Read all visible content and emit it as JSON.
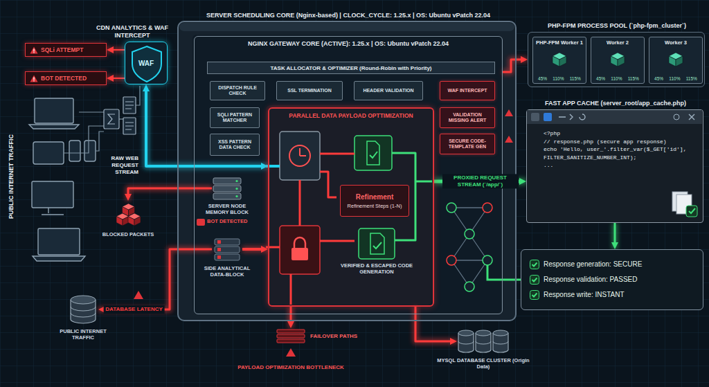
{
  "diagram": {
    "nodes": [
      {
        "text": [
          "CDN ANALYTICS & WAF INTERCEPT",
          "WAF"
        ]
      },
      {
        "text": [
          "SQLi ATTEMPT"
        ]
      },
      {
        "text": [
          "BOT DETECTED"
        ]
      },
      {
        "text": [
          "SERVER SCHEDULING CORE (Nginx-based) | CLOCK_CYCLE: 1.25.x | OS: Ubuntu vPatch 22.04"
        ]
      },
      {
        "text": [
          "NGINX GATEWAY CORE (ACTIVE): 1.25.x | OS: Ubuntu vPatch 22.04"
        ],
        "in": 3
      },
      {
        "text": [
          "TASK ALLOCATOR & OPTIMIZER (Round-Robin with Priority)"
        ],
        "in": 4
      },
      {
        "text": [
          "DISPATCH RULE CHECK"
        ],
        "in": 4
      },
      {
        "text": [
          "SSL TERMINATION"
        ],
        "in": 4
      },
      {
        "text": [
          "HEADER VALIDATION"
        ],
        "in": 4
      },
      {
        "text": [
          "WAF INTERCEPT"
        ],
        "in": 4
      },
      {
        "text": [
          "SQLi PATTERN MATCHER"
        ],
        "in": 4
      },
      {
        "text": [
          "XSS PATTERN DATA CHECK"
        ],
        "in": 4
      },
      {
        "text": [
          "VALIDATION MISSING ALERT"
        ],
        "in": 4
      },
      {
        "text": [
          "SECURE CODE-TEMPLATE GEN"
        ],
        "in": 4
      },
      {
        "text": [
          "PARALLEL DATA PAYLOAD OPTTIMIZATION"
        ],
        "in": 4
      },
      {
        "text": [
          "Refinement",
          "Refinement Steps (1-N)"
        ],
        "in": 14
      },
      {
        "text": [
          "VERIFIED & ESCAPED CODE GENERATION"
        ],
        "in": 14
      },
      {
        "text": [
          "SERVER NODE MEMORY BLOCK"
        ],
        "in": 4
      },
      {
        "text": [
          "SIDE ANALYTICAL DATA-BLOCK"
        ],
        "in": 4
      },
      {
        "text": [
          "PHP-FPM PROCESS POOL (`php-fpm_cluster`)"
        ]
      },
      {
        "text": [
          "PHP-FPM Worker 1",
          "45%",
          "110%",
          "115%"
        ],
        "in": 19
      },
      {
        "text": [
          "Worker 2",
          "45%",
          "110%",
          "115%"
        ],
        "in": 19
      },
      {
        "text": [
          "Worker 3",
          "45%",
          "110%",
          "115%"
        ],
        "in": 19
      },
      {
        "text": [
          "FAST APP CACHE (server_root/app_cache.php)",
          "<?php",
          "// response.php (secure app response)",
          "echo 'Hello, user_'.filter_var($_GET['id'],",
          "FILTER_SANITIZE_NUMBER_INT);",
          "..."
        ]
      },
      {
        "text": [
          "Response generation: SECURE",
          "Response validation: PASSED",
          "Response write: INSTANT"
        ]
      },
      {
        "text": [
          "BLOCKED PACKETS"
        ]
      },
      {
        "text": [
          "PUBLIC INTERNET TRAFFIC"
        ]
      },
      {
        "text": [
          "FAILOVER PATHS"
        ]
      },
      {
        "text": [
          "MYSQL DATABASE CLUSTER (Origin Data)"
        ]
      }
    ],
    "edges": [
      {
        "from": 0,
        "to": 14,
        "arrow": "both"
      },
      {
        "from": 0,
        "to": 1,
        "arrow": "to"
      },
      {
        "from": 0,
        "to": 2,
        "arrow": "to"
      },
      {
        "from": 4,
        "to": 19,
        "arrow": "to"
      },
      {
        "from": 14,
        "to": 23,
        "label": "PROXIED REQUEST STREAM (`/app/`)",
        "arrow": "to"
      },
      {
        "from": 23,
        "to": 24,
        "arrow": "to"
      },
      {
        "from": 14,
        "to": 27,
        "arrow": "to"
      },
      {
        "from": 14,
        "to": 28,
        "arrow": "to"
      },
      {
        "from": 18,
        "to": 14,
        "arrow": "to"
      },
      {
        "from": 18,
        "to": 26,
        "label": "DATABASE LATENCY",
        "arrow": "to"
      },
      {
        "from": 17,
        "to": 25,
        "arrow": "to"
      }
    ],
    "labels": [
      "PUBLIC INTERNET TRAFFIC",
      "RAW WEB REQUEST STREAM",
      "BOT DETECTED",
      "PAYLOAD OPTIMIZATION BOTTLENECK"
    ]
  }
}
